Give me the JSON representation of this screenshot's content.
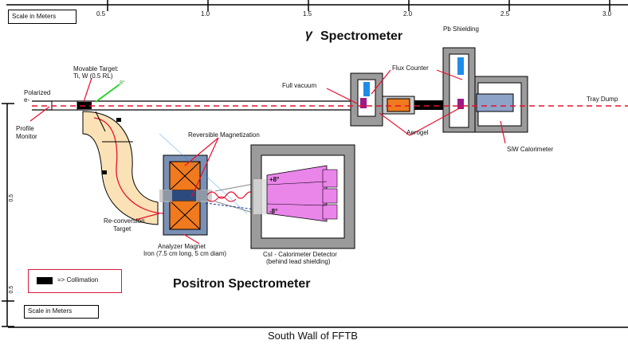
{
  "scale_top": {
    "label": "Scale in Meters",
    "ticks": [
      "0.5",
      "1.0",
      "1.5",
      "2.0",
      "2.5",
      "3.0"
    ]
  },
  "scale_left": {
    "ticks": [
      "0.5",
      "0.5"
    ]
  },
  "scale_bottom": {
    "label": "Scale in Meters"
  },
  "titles": {
    "gamma_symbol": "γ",
    "gamma_spectrometer": "Spectrometer",
    "positron_spectrometer": "Positron Spectrometer"
  },
  "labels": {
    "pb_shielding": "Pb Shielding",
    "flux_counter": "Flux Counter",
    "polarized": "Polarized",
    "polarized_2": "e-",
    "full_vacuum": "Full vacuum",
    "movable_target_1": "Movable Target:",
    "movable_target_2": "Ti, W (0.5 RL)",
    "tray_dump": "Tray Dump",
    "profile_monitor_1": "Profile",
    "profile_monitor_2": "Monitor",
    "aerogel": "Aerogel",
    "siw_calorimeter": "SiW Calorimeter",
    "reversible_magnetization": "Reversible Magnetization",
    "reconversion_1": "Re-conversion",
    "reconversion_2": "Target",
    "analyzer_1": "Analyzer Magnet",
    "analyzer_2": "Iron (7.5 cm long, 5 cm diam)",
    "csi_1": "CsI - Calorimeter Detector",
    "csi_2": "(behind lead shielding)",
    "angle_plus_8_top": "8°",
    "angle_plus_8": "+8°",
    "angle_minus_8": "-8°",
    "collimation": "=> Collimation",
    "south_wall": "South Wall of FFTB"
  },
  "colors": {
    "beam_dashed": "#e8102e",
    "orange_magnet": "#f07a1d",
    "pink_calorimeter": "#ea85ea",
    "bend_yellow": "#fae2b6",
    "gray_shield": "#9b9b9b",
    "blue_counter": "#1e8de8",
    "purple_aerogel": "#9b1a86",
    "collimation_border": "#d61a3c",
    "navy_core": "#2c4a7d"
  }
}
